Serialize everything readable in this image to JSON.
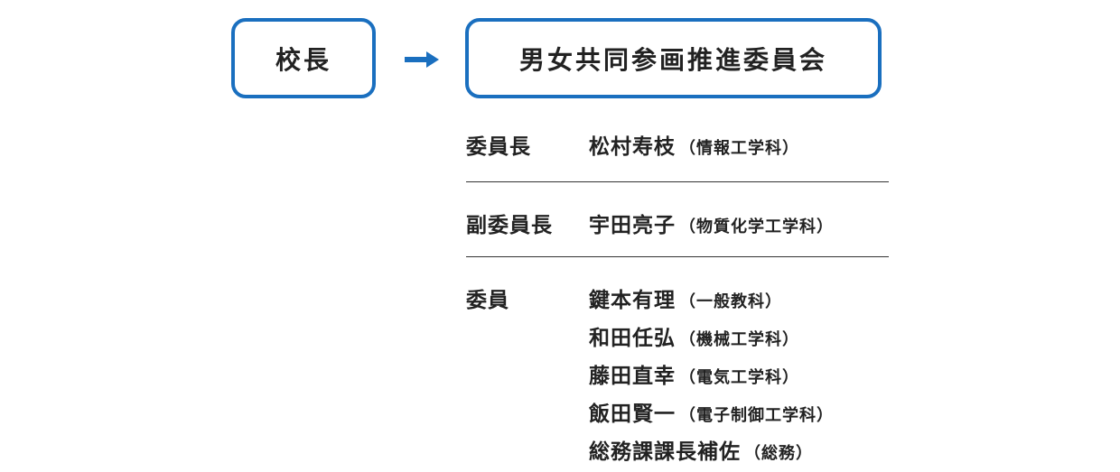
{
  "diagram": {
    "principal": "校長",
    "committee": "男女共同参画推進委員会",
    "accent_color": "#1a6fbf",
    "arrow_icon": "arrow-right-icon"
  },
  "roster": {
    "chair": {
      "role": "委員長",
      "members": [
        {
          "name": "松村寿枝",
          "dept": "（情報工学科）"
        }
      ]
    },
    "vice_chair": {
      "role": "副委員長",
      "members": [
        {
          "name": "宇田亮子",
          "dept": "（物質化学工学科）"
        }
      ]
    },
    "members": {
      "role": "委員",
      "members": [
        {
          "name": "鍵本有理",
          "dept": "（一般教科）"
        },
        {
          "name": "和田任弘",
          "dept": "（機械工学科）"
        },
        {
          "name": "藤田直幸",
          "dept": "（電気工学科）"
        },
        {
          "name": "飯田賢一",
          "dept": "（電子制御工学科）"
        },
        {
          "name": "総務課課長補佐",
          "dept": "（総務）"
        }
      ]
    }
  }
}
